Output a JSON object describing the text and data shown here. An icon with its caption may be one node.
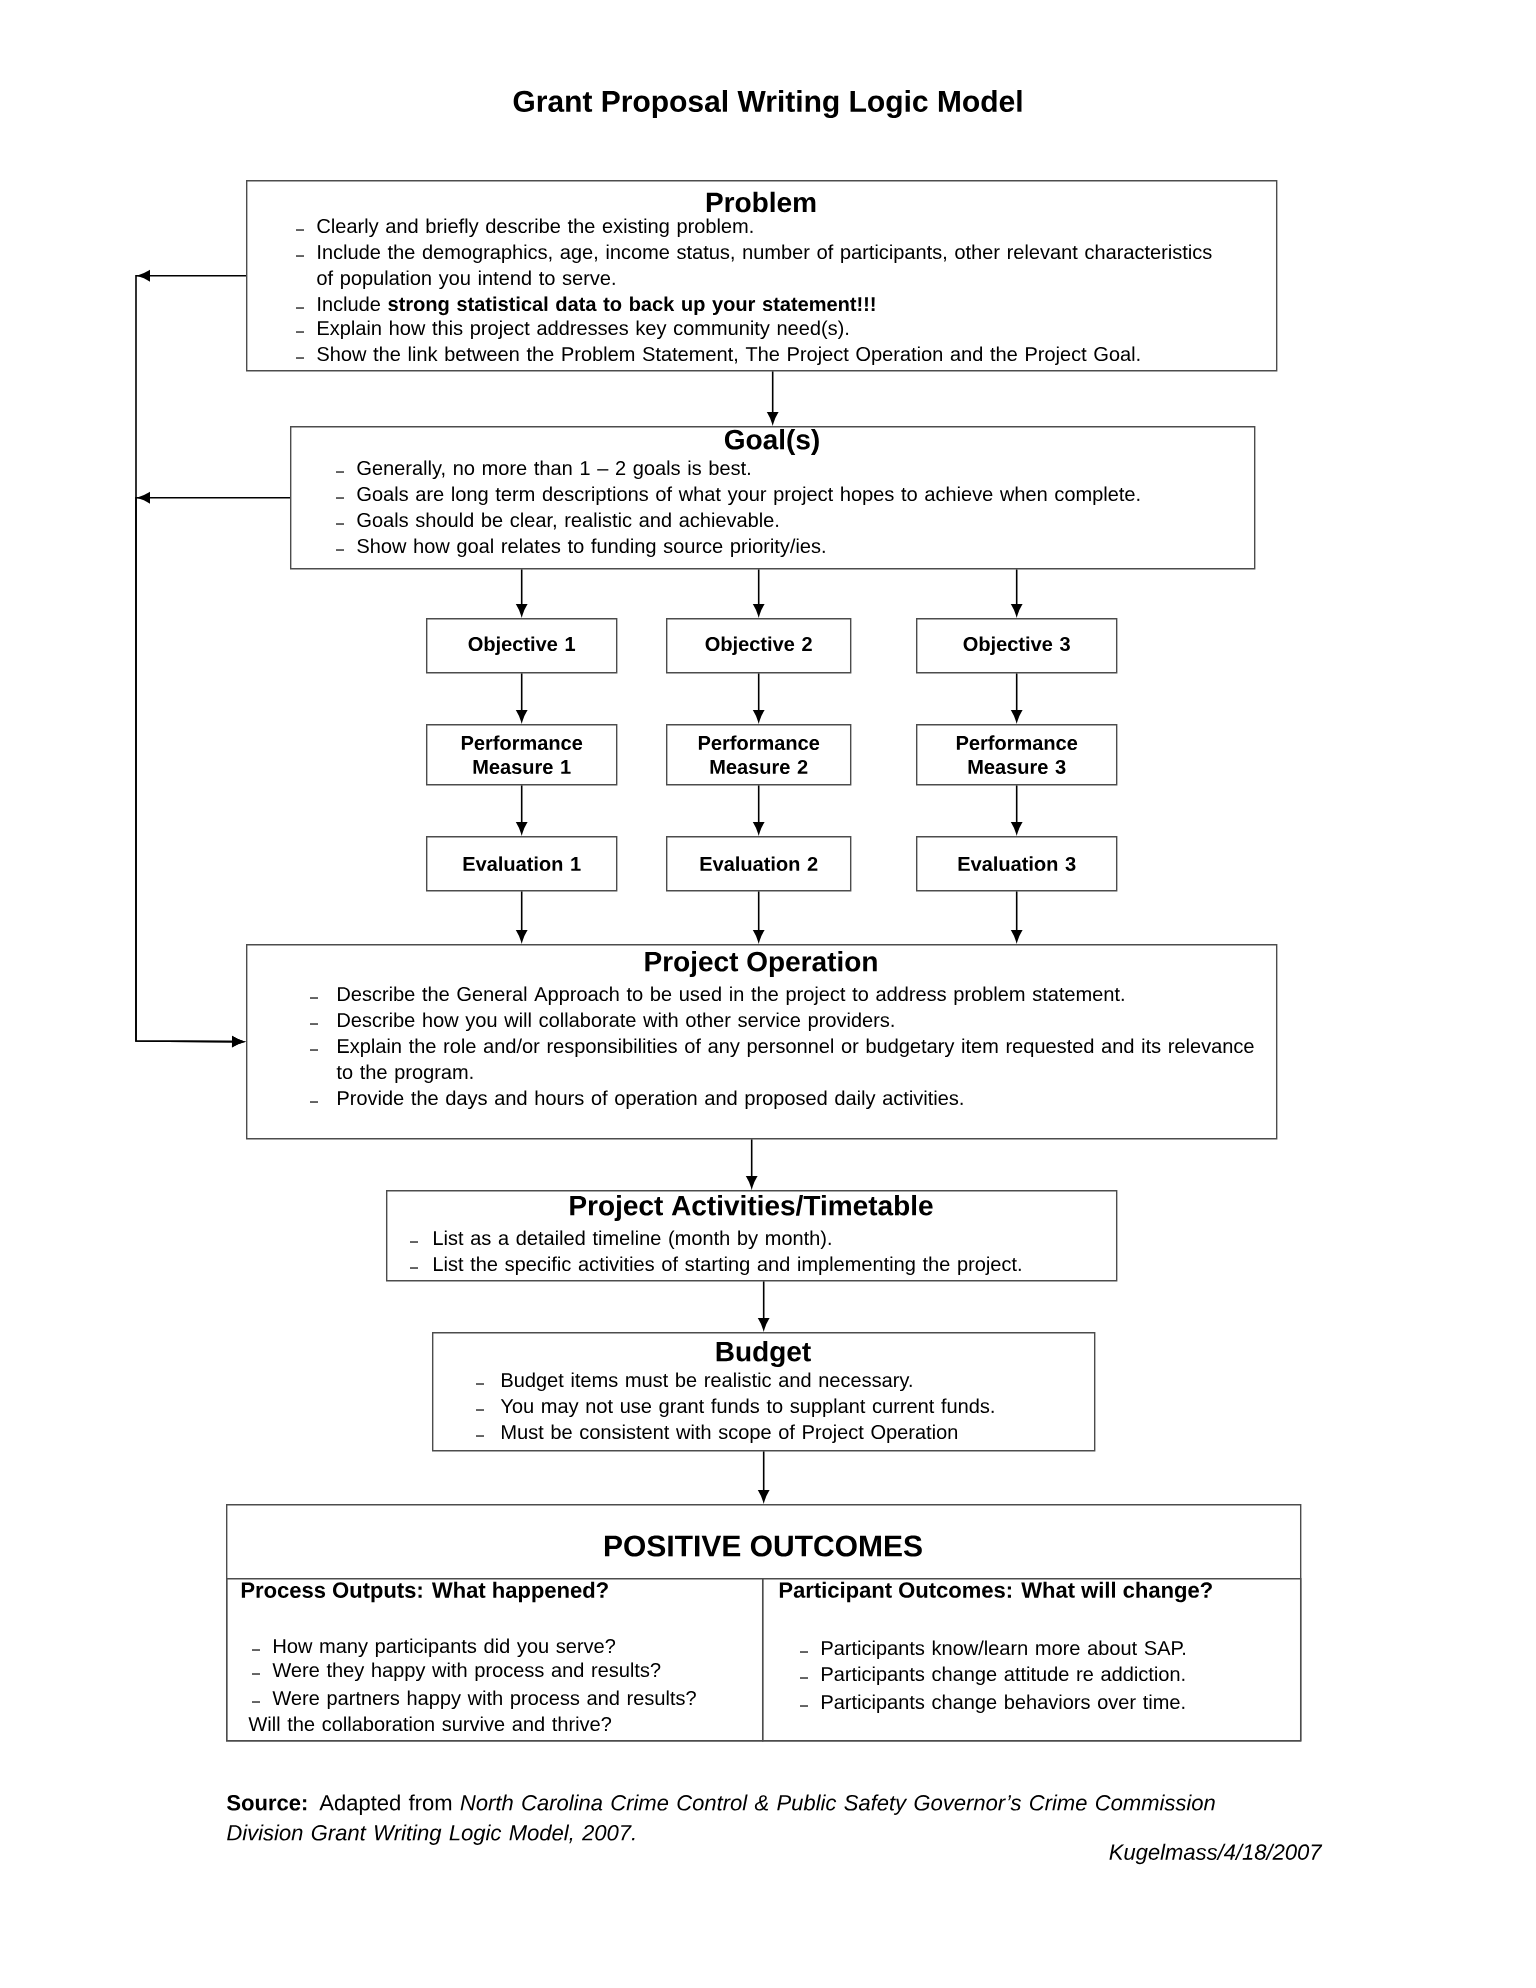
{
  "diagram": {
    "title": "Grant Proposal Writing Logic Model",
    "caption": "**Source:** Adapted from *North Carolina Crime Control & Public Safety Governor’s Crime Commission Division Grant Writing Logic Model, 2007.*",
    "nodes": [
      {
        "text": [
          "Problem",
          "Clearly and briefly describe the existing problem.",
          "Include the demographics, age, income status, number of participants, other relevant characteristics of population you intend to serve.",
          "Include **strong statistical data to back up your statement!!!**",
          "Explain how this project addresses key community need(s).",
          "Show the link between the Problem Statement, The Project Operation and the Project Goal."
        ]
      },
      {
        "text": [
          "Goal(s)",
          "Generally, no more than 1 – 2 goals is best.",
          "Goals are long term descriptions of what your project hopes to achieve when complete.",
          "Goals should be clear, realistic and achievable.",
          "Show how goal relates to funding source priority/ies."
        ]
      },
      {
        "text": [
          "Objective 1"
        ]
      },
      {
        "text": [
          "Objective 2"
        ]
      },
      {
        "text": [
          "Objective 3"
        ]
      },
      {
        "text": [
          "Performance Measure 1"
        ]
      },
      {
        "text": [
          "Performance Measure 2"
        ]
      },
      {
        "text": [
          "Performance Measure 3"
        ]
      },
      {
        "text": [
          "Evaluation 1"
        ]
      },
      {
        "text": [
          "Evaluation 2"
        ]
      },
      {
        "text": [
          "Evaluation 3"
        ]
      },
      {
        "text": [
          "Project Operation",
          "Describe the General Approach to be used in the project to address problem statement.",
          "Describe how you will collaborate with other service providers.",
          "Explain the role and/or responsibilities of any personnel or budgetary item requested and its relevance to the program.",
          "Provide the days and hours of operation and proposed daily activities."
        ]
      },
      {
        "text": [
          "Project Activities/Timetable",
          "List as a detailed timeline (month by month).",
          "List the specific activities of starting and implementing the project."
        ]
      },
      {
        "text": [
          "Budget",
          "Budget items must be realistic and necessary.",
          "You may not use grant funds to supplant current funds.",
          "Must be consistent with scope of  Project Operation"
        ]
      },
      {
        "text": [
          "POSITIVE OUTCOMES"
        ]
      },
      {
        "text": [
          "Process Outputs: What happened?",
          "How many participants did you serve?",
          "Were they happy with process and results?",
          "Were partners happy with process and results?",
          "Will the collaboration survive and thrive?"
        ],
        "in": 14
      },
      {
        "text": [
          "Participant Outcomes: What will change?",
          "Participants know/learn more about SAP.",
          "Participants change attitude re addiction.",
          "Participants change behaviors over time."
        ],
        "in": 14
      }
    ],
    "edges": [
      {
        "from": 0,
        "to": 1,
        "arrow": "to"
      },
      {
        "from": 1,
        "to": 2,
        "arrow": "to"
      },
      {
        "from": 1,
        "to": 3,
        "arrow": "to"
      },
      {
        "from": 1,
        "to": 4,
        "arrow": "to"
      },
      {
        "from": 2,
        "to": 5,
        "arrow": "to"
      },
      {
        "from": 3,
        "to": 6,
        "arrow": "to"
      },
      {
        "from": 4,
        "to": 7,
        "arrow": "to"
      },
      {
        "from": 5,
        "to": 8,
        "arrow": "to"
      },
      {
        "from": 6,
        "to": 9,
        "arrow": "to"
      },
      {
        "from": 7,
        "to": 10,
        "arrow": "to"
      },
      {
        "from": 8,
        "to": 11,
        "arrow": "to"
      },
      {
        "from": 9,
        "to": 11,
        "arrow": "to"
      },
      {
        "from": 10,
        "to": 11,
        "arrow": "to"
      },
      {
        "from": 11,
        "to": 12,
        "arrow": "to"
      },
      {
        "from": 12,
        "to": 13,
        "arrow": "to"
      },
      {
        "from": 13,
        "to": 14,
        "arrow": "to"
      },
      {
        "from": 0,
        "to": 11,
        "arrow": "to"
      },
      {
        "from": 1,
        "to": 11,
        "arrow": "to"
      }
    ],
    "labels": [
      "Kugelmass/4/18/2007"
    ]
  }
}
